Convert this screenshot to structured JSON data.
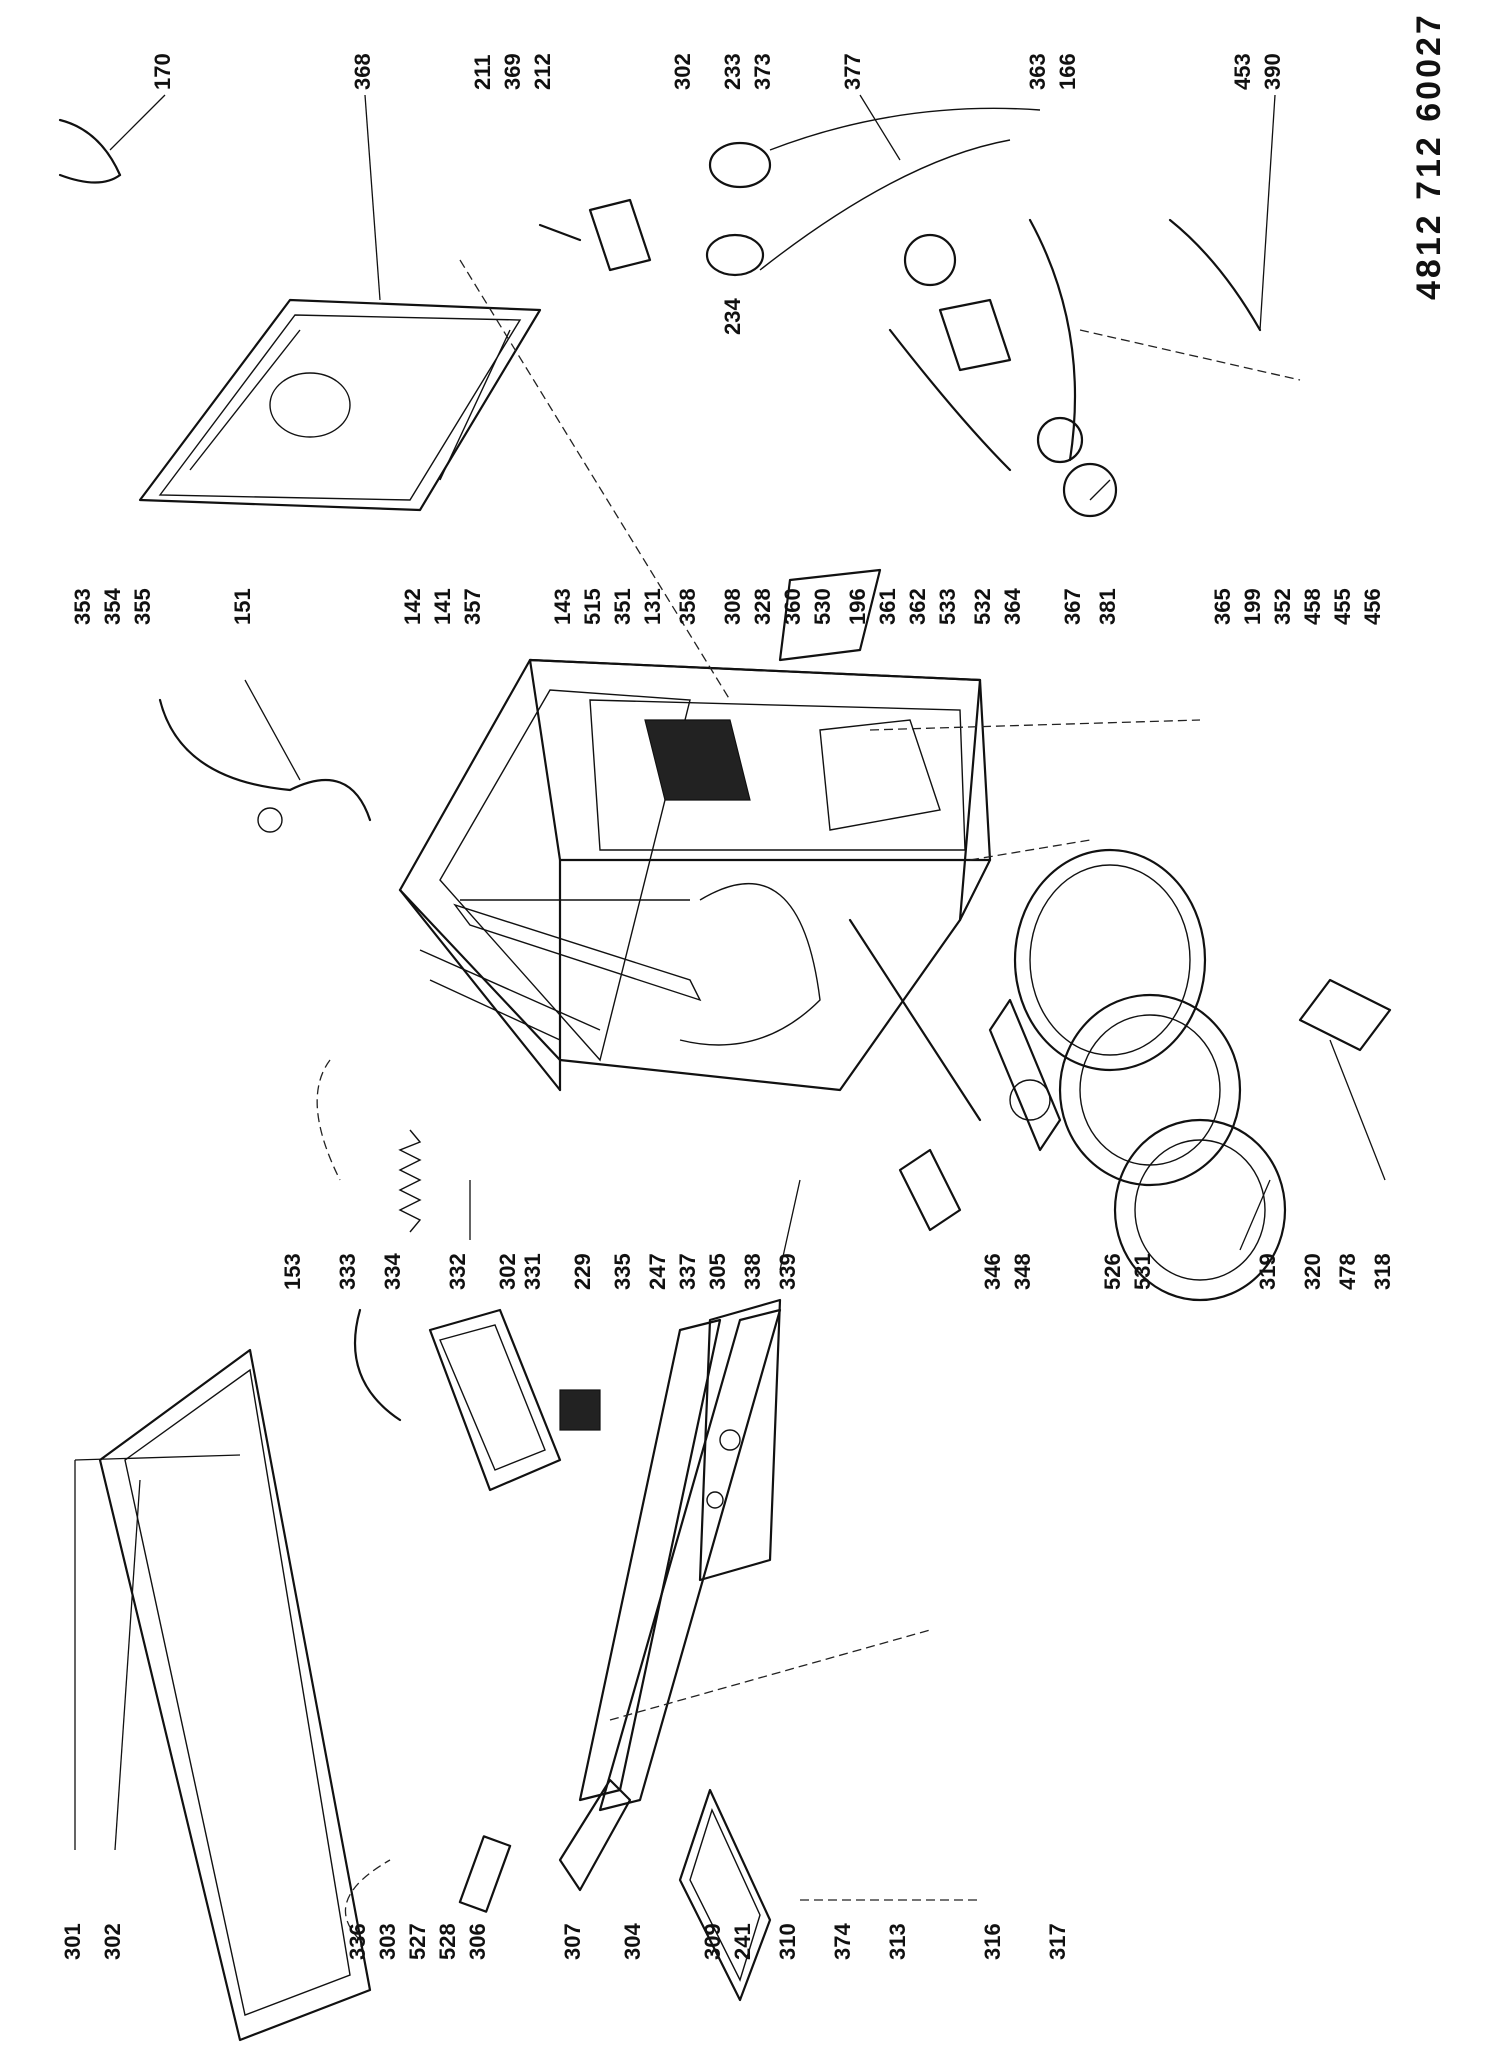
{
  "document_number": "4812  712  60027",
  "callouts": {
    "left": [
      "301",
      "302",
      "336",
      "303",
      "527",
      "528",
      "306",
      "307",
      "304",
      "309",
      "241",
      "310",
      "374",
      "313",
      "316",
      "317"
    ],
    "middle": [
      "153",
      "333",
      "334",
      "332",
      "302",
      "331",
      "229",
      "335",
      "247",
      "337",
      "305",
      "338",
      "339",
      "346",
      "348",
      "526",
      "531",
      "319",
      "320",
      "478",
      "318"
    ],
    "upper_left": [
      "353",
      "354",
      "355",
      "151",
      "142",
      "141",
      "357",
      "143",
      "515",
      "351",
      "131",
      "358",
      "308",
      "328",
      "360",
      "530",
      "196",
      "361",
      "362",
      "533",
      "532",
      "364",
      "367",
      "381",
      "365",
      "199",
      "352",
      "458",
      "455",
      "456"
    ],
    "top": [
      "170",
      "368",
      "211",
      "369",
      "212",
      "302",
      "233",
      "373",
      "377",
      "363",
      "166",
      "453",
      "390",
      "234"
    ]
  },
  "colors": {
    "ink": "#111111",
    "paper": "#ffffff"
  }
}
